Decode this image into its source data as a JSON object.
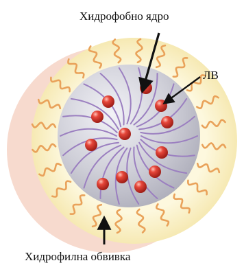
{
  "labels": {
    "core": "Хидрофобно  ядро",
    "drug": "ЛВ",
    "shell": "Хидрофилна обвивка"
  },
  "colors": {
    "crescent": "#f7d2c4",
    "shell": "#fbf3cf",
    "core": "#c9c9d2",
    "core_highlight": "#eeeef4",
    "tail": "#9b7fc0",
    "head_tail": "#e9a25a",
    "drug": "#d8372c",
    "drug_highlight": "#ffb0a6",
    "arrow": "#111111"
  },
  "icons": {
    "drug_molecule": "red-sphere-icon",
    "amphiphile_tail": "wavy-tail-icon"
  }
}
